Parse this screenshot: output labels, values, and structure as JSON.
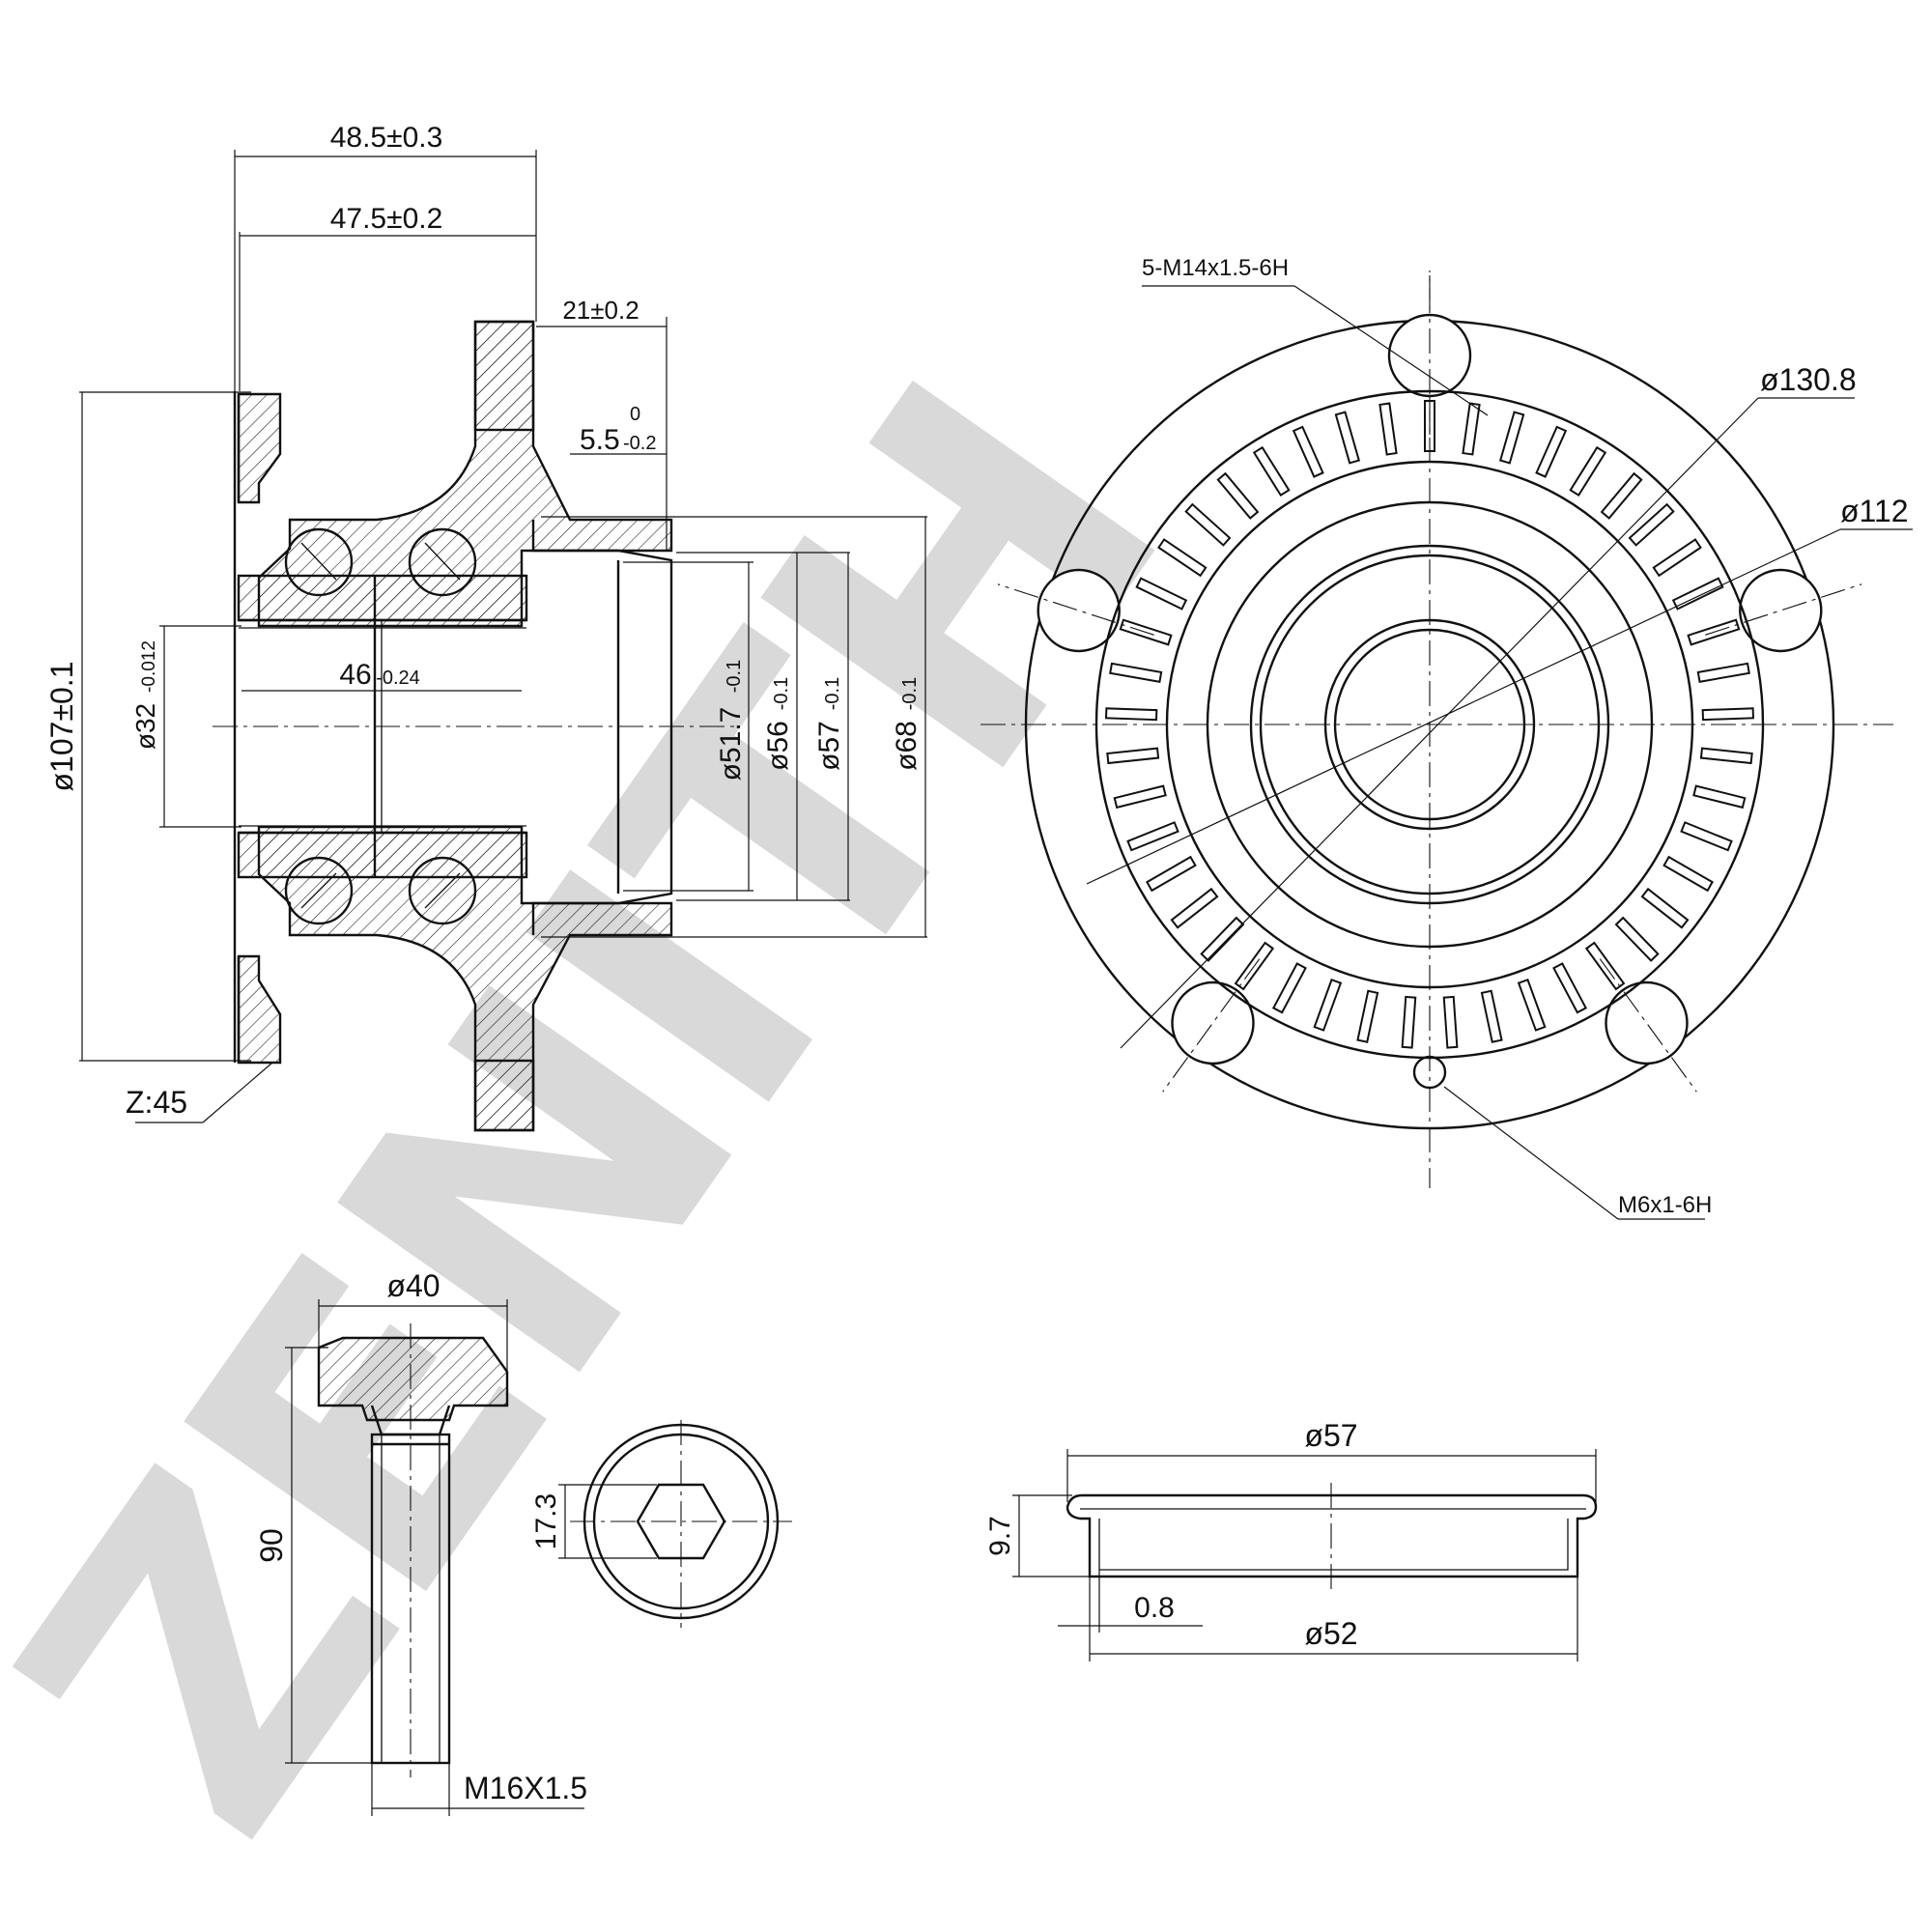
{
  "watermark": {
    "text": "ZENITH",
    "color": "#d9d9d9"
  },
  "section_view": {
    "dims": {
      "d_48_5": "48.5±0.3",
      "d_47_5": "47.5±0.2",
      "d_21": "21±0.2",
      "d_5_5_base": "5.5",
      "d_5_5_upper": "0",
      "d_5_5_lower": "-0.2",
      "d_107": "ø107±0.1",
      "d_32_base": "ø32",
      "d_32_tol": "-0.012",
      "d_46_base": "46",
      "d_46_tol": "-0.24",
      "d_51_7_base": "ø51.7",
      "d_51_7_tol": "-0.1",
      "d_56_base": "ø56",
      "d_56_tol": "-0.1",
      "d_57_base": "ø57",
      "d_57_tol": "-0.1",
      "d_68_base": "ø68",
      "d_68_tol": "-0.1",
      "z45": "Z:45"
    }
  },
  "front_view": {
    "tone_ring_teeth": 45,
    "bolt_holes": 5,
    "labels": {
      "thread_main": "5-M14x1.5-6H",
      "d_130_8": "ø130.8",
      "d_112": "ø112",
      "thread_small": "M6x1-6H"
    }
  },
  "bolt_view": {
    "labels": {
      "d_40": "ø40",
      "len_90": "90",
      "thread": "M16X1.5",
      "hex": "17.3"
    }
  },
  "cap_view": {
    "labels": {
      "d_57": "ø57",
      "d_52": "ø52",
      "h_9_7": "9.7",
      "t_0_8": "0.8"
    }
  }
}
